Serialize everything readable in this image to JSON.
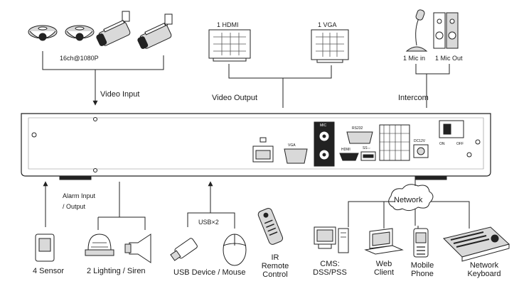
{
  "cameras": {
    "caption": "16ch@1080P",
    "flow_label": "Video Input"
  },
  "video_output": {
    "hdmi_label": "1 HDMI",
    "vga_label": "1 VGA",
    "flow_label": "Video Output"
  },
  "intercom": {
    "mic_in_label": "1 Mic in",
    "mic_out_label": "1 Mic Out",
    "flow_label": "Intercom"
  },
  "nvr_panel": {
    "port_vga": "VGA",
    "port_mic": "MIC",
    "port_rs232": "RS232",
    "port_hdmi": "HDMI",
    "port_usb": "SS⇔",
    "port_power": "DC12V",
    "switch_on": "ON",
    "switch_off": "OFF"
  },
  "alarm": {
    "label_line1": "Alarm Input",
    "label_line2": "/ Output",
    "sensor_label": "4 Sensor",
    "lighting_label": "2 Lighting / Siren"
  },
  "usb": {
    "count_label": "USB×2",
    "devices_label": "USB Device / Mouse"
  },
  "ir_remote": {
    "line1": "IR",
    "line2": "Remote",
    "line3": "Control"
  },
  "network": {
    "cloud_label": "Network",
    "cms_line1": "CMS:",
    "cms_line2": "DSS/PSS",
    "web_line1": "Web",
    "web_line2": "Client",
    "mobile_line1": "Mobile",
    "mobile_line2": "Phone",
    "keyboard_line1": "Network",
    "keyboard_line2": "Keyboard"
  }
}
